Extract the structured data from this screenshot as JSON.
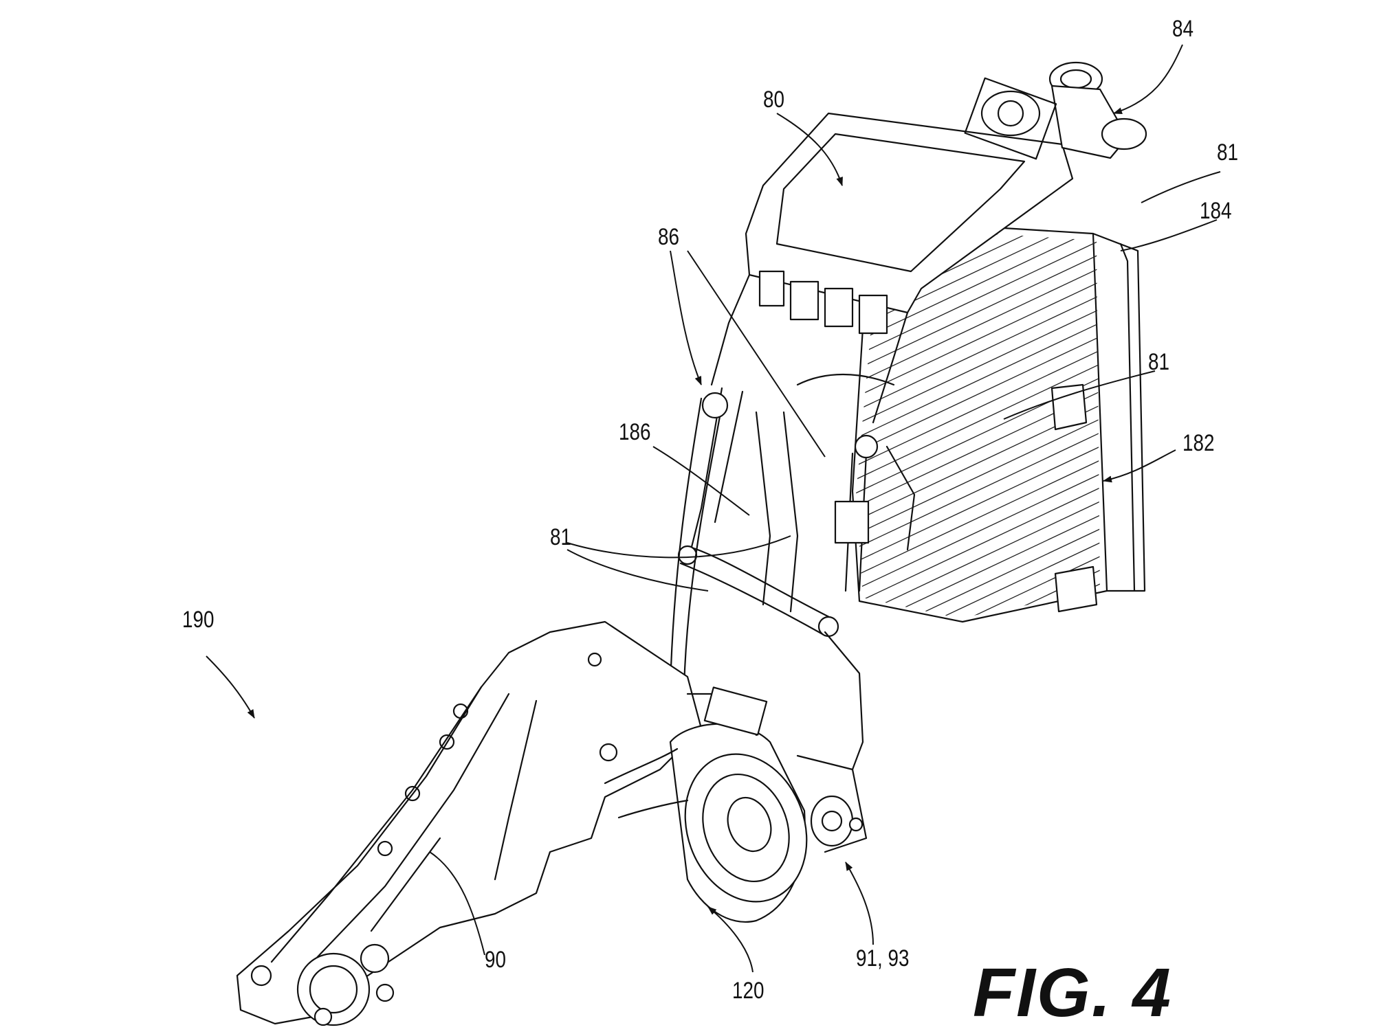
{
  "figure": {
    "title": "FIG. 4",
    "reference_labels": [
      {
        "id": "l84",
        "text": "84"
      },
      {
        "id": "l80",
        "text": "80"
      },
      {
        "id": "l81a",
        "text": "81"
      },
      {
        "id": "l184",
        "text": "184"
      },
      {
        "id": "l86",
        "text": "86"
      },
      {
        "id": "l81b",
        "text": "81"
      },
      {
        "id": "l186",
        "text": "186"
      },
      {
        "id": "l182",
        "text": "182"
      },
      {
        "id": "l81c",
        "text": "81"
      },
      {
        "id": "l190",
        "text": "190"
      },
      {
        "id": "l90",
        "text": "90"
      },
      {
        "id": "l120",
        "text": "120"
      },
      {
        "id": "l9193",
        "text": "91, 93"
      }
    ]
  }
}
